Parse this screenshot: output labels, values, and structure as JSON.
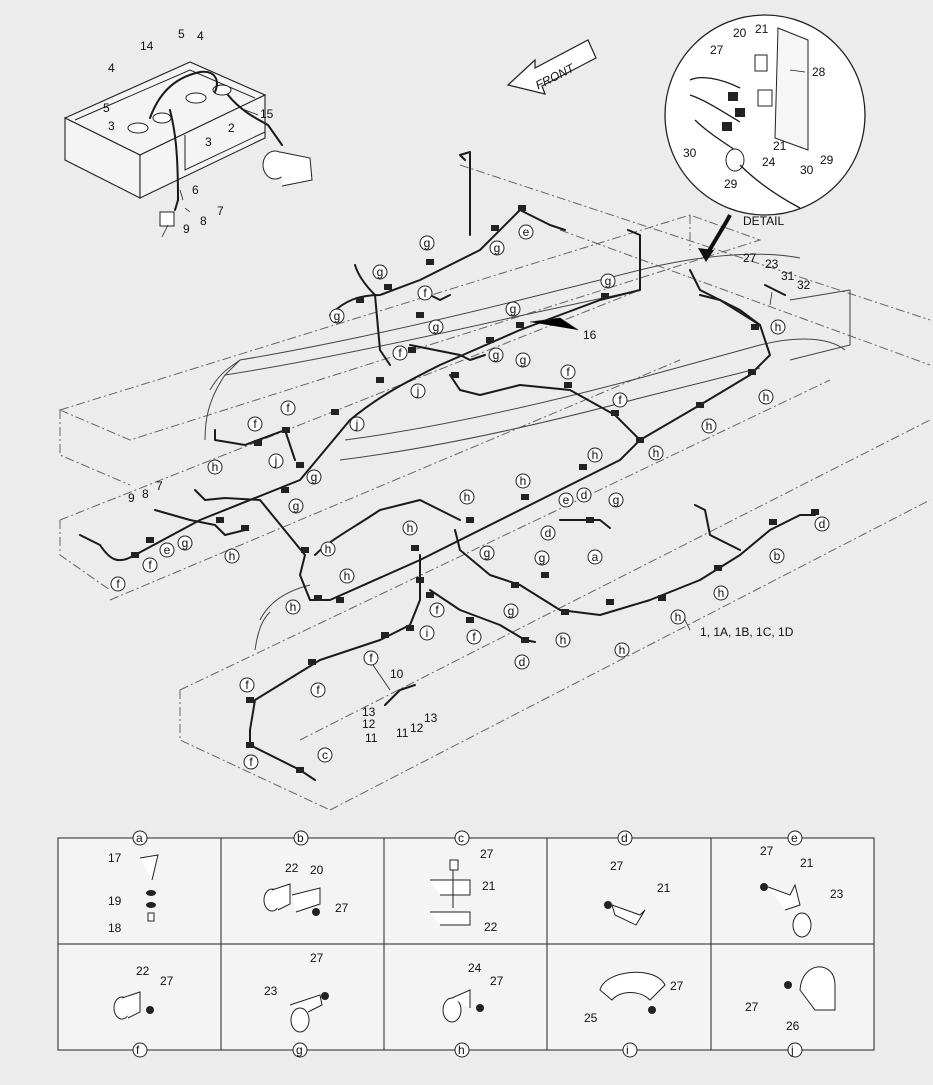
{
  "front_label": "FRONT",
  "detail_label": "DETAIL",
  "main_harness_label": "1, 1A, 1B, 1C, 1D",
  "callouts": {
    "n14": "14",
    "n5a": "5",
    "n4a": "4",
    "n4b": "4",
    "n5b": "5",
    "n3a": "3",
    "n3b": "3",
    "n2": "2",
    "n15": "15",
    "n6": "6",
    "n7a": "7",
    "n8a": "8",
    "n9a": "9",
    "n20": "20",
    "n21a": "21",
    "n27a": "27",
    "n28": "28",
    "n21b": "21",
    "n30a": "30",
    "n24": "24",
    "n29a": "29",
    "n30b": "30",
    "n29b": "29",
    "n27b": "27",
    "n23": "23",
    "n31": "31",
    "n32": "32",
    "n16": "16",
    "n9b": "9",
    "n8b": "8",
    "n7b": "7",
    "n10": "10",
    "n13a": "13",
    "n12a": "12",
    "n11a": "11",
    "n11b": "11",
    "n12b": "12",
    "n13b": "13"
  },
  "clamp_letters": [
    "a",
    "b",
    "c",
    "d",
    "e",
    "f",
    "g",
    "h",
    "i",
    "j"
  ],
  "legend": {
    "a": {
      "letter": "a",
      "parts": [
        "17",
        "19",
        "18"
      ]
    },
    "b": {
      "letter": "b",
      "parts": [
        "22",
        "20",
        "27"
      ]
    },
    "c": {
      "letter": "c",
      "parts": [
        "27",
        "21",
        "22"
      ]
    },
    "d": {
      "letter": "d",
      "parts": [
        "27",
        "21"
      ]
    },
    "e": {
      "letter": "e",
      "parts": [
        "27",
        "21",
        "23"
      ]
    },
    "f": {
      "letter": "f",
      "parts": [
        "22",
        "27"
      ]
    },
    "g": {
      "letter": "g",
      "parts": [
        "27",
        "23"
      ]
    },
    "h": {
      "letter": "h",
      "parts": [
        "24",
        "27"
      ]
    },
    "i": {
      "letter": "i",
      "parts": [
        "27",
        "25"
      ]
    },
    "j": {
      "letter": "j",
      "parts": [
        "27",
        "26"
      ]
    }
  }
}
